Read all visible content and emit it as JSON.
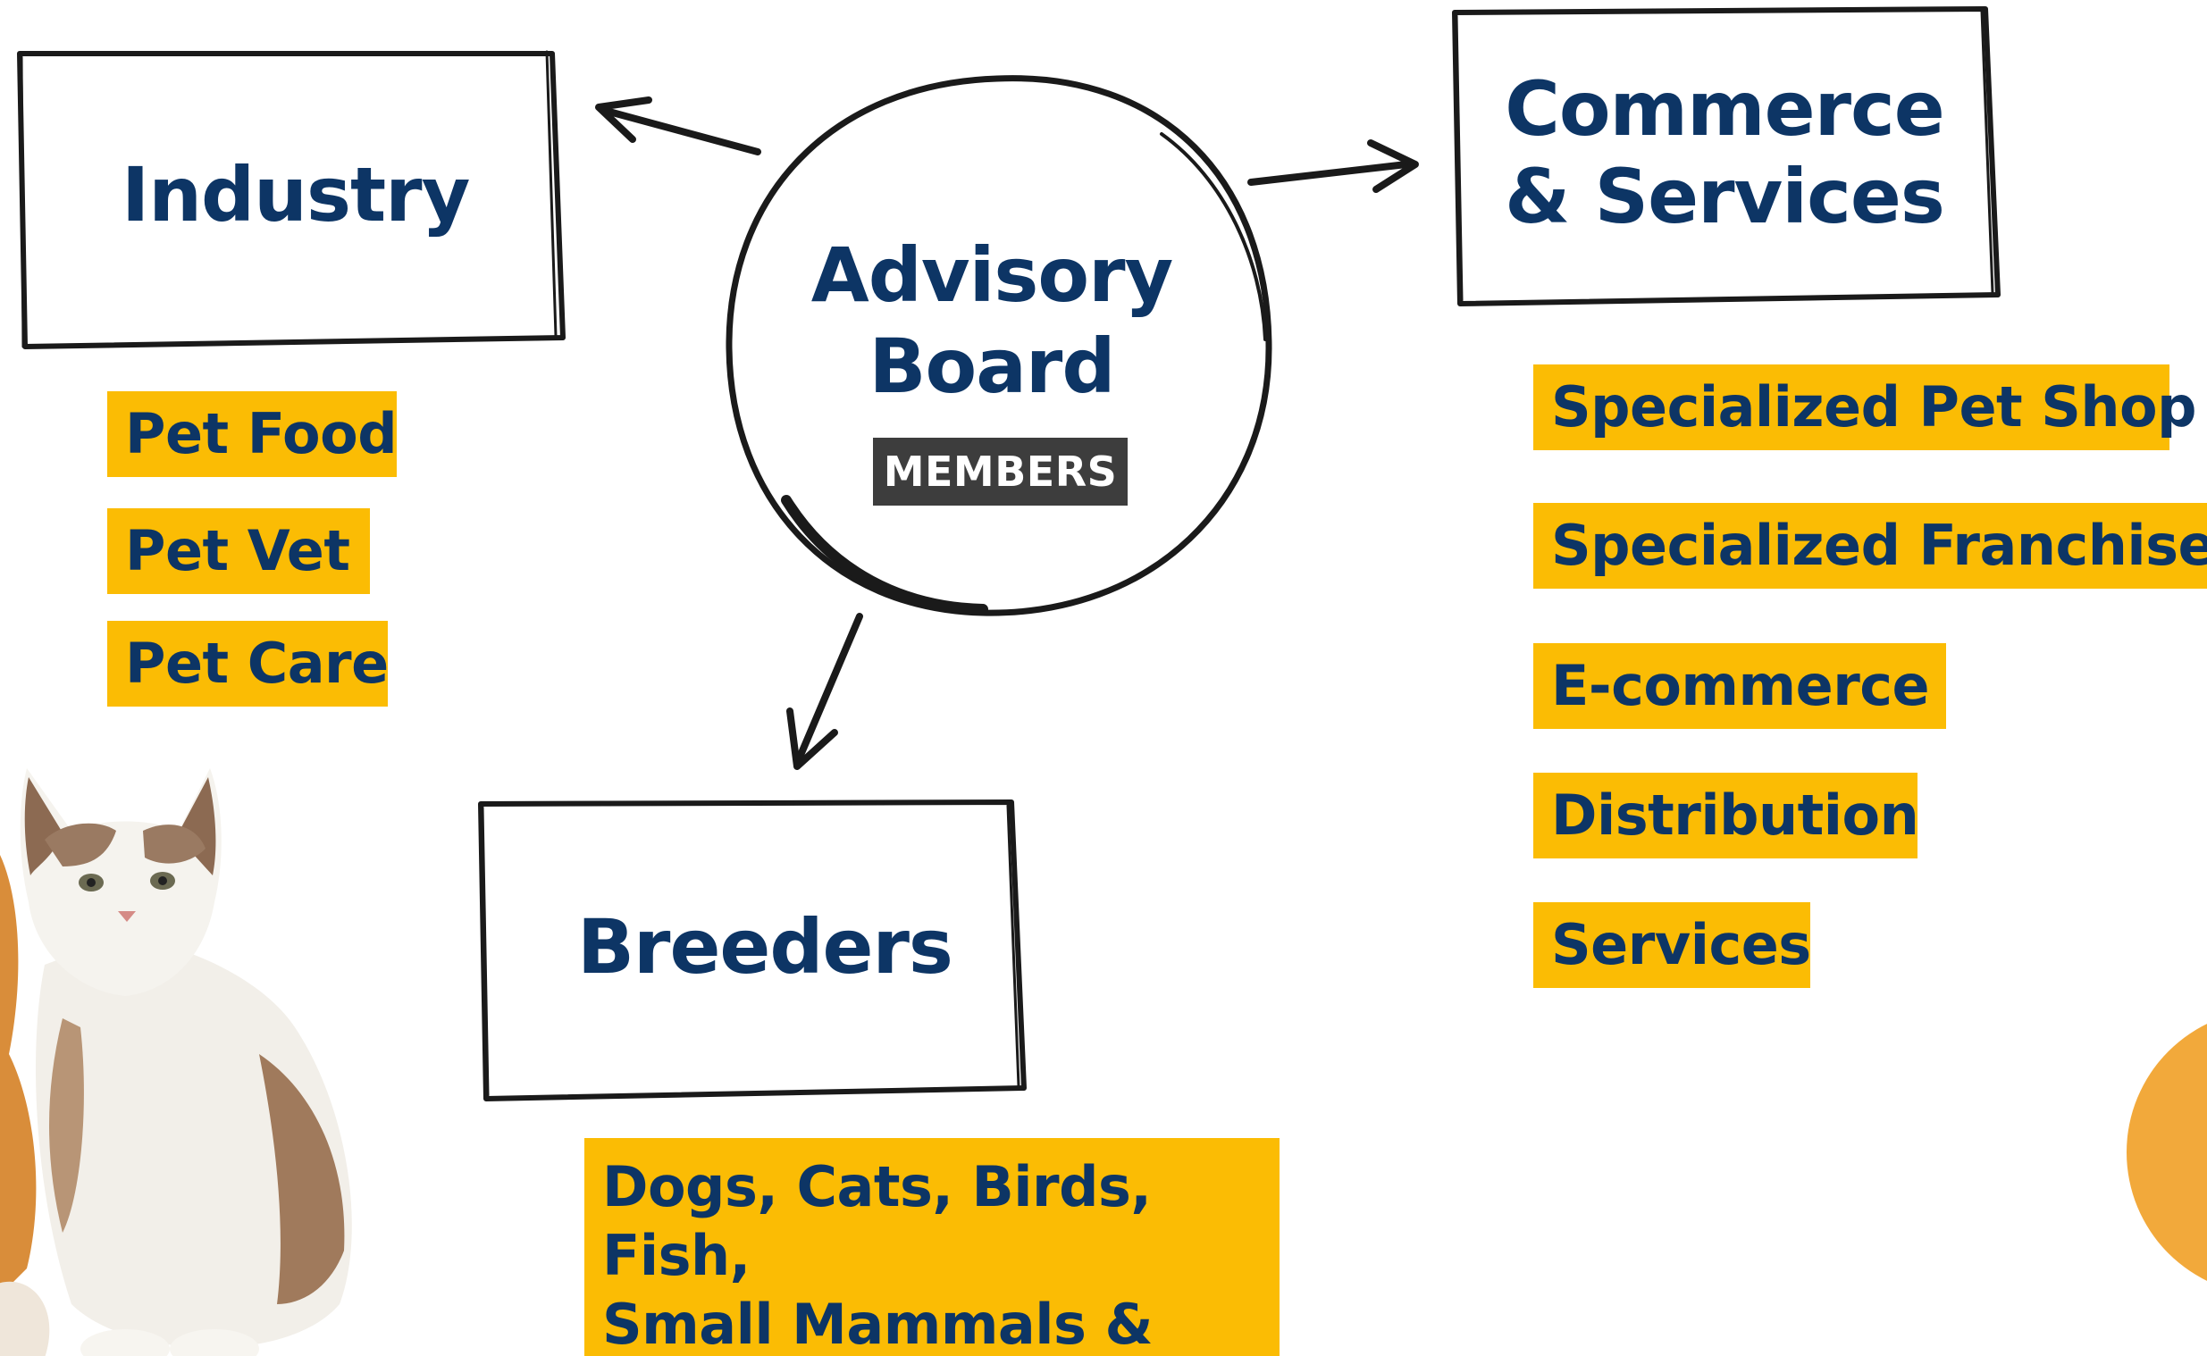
{
  "diagram": {
    "center": {
      "title_line1": "Advisory",
      "title_line2": "Board",
      "badge": "MEMBERS"
    },
    "nodes": {
      "industry": {
        "title": "Industry",
        "items": [
          "Pet Food",
          "Pet Vet",
          "Pet Care"
        ]
      },
      "commerce": {
        "title_line1": "Commerce",
        "title_line2": "& Services",
        "items": [
          "Specialized Pet Shop",
          "Specialized Franchises",
          "E-commerce",
          "Distribution",
          "Services"
        ]
      },
      "breeders": {
        "title": "Breeders",
        "items_text": "Dogs, Cats, Birds, Fish,\nSmall Mammals &\nReptiles"
      }
    },
    "colors": {
      "text": "#0d3565",
      "highlight": "#fbbc04",
      "badge_bg": "#3d3d3d",
      "stroke": "#1a1a1a"
    },
    "icons": [
      "cat-photo",
      "dog-photo"
    ]
  }
}
